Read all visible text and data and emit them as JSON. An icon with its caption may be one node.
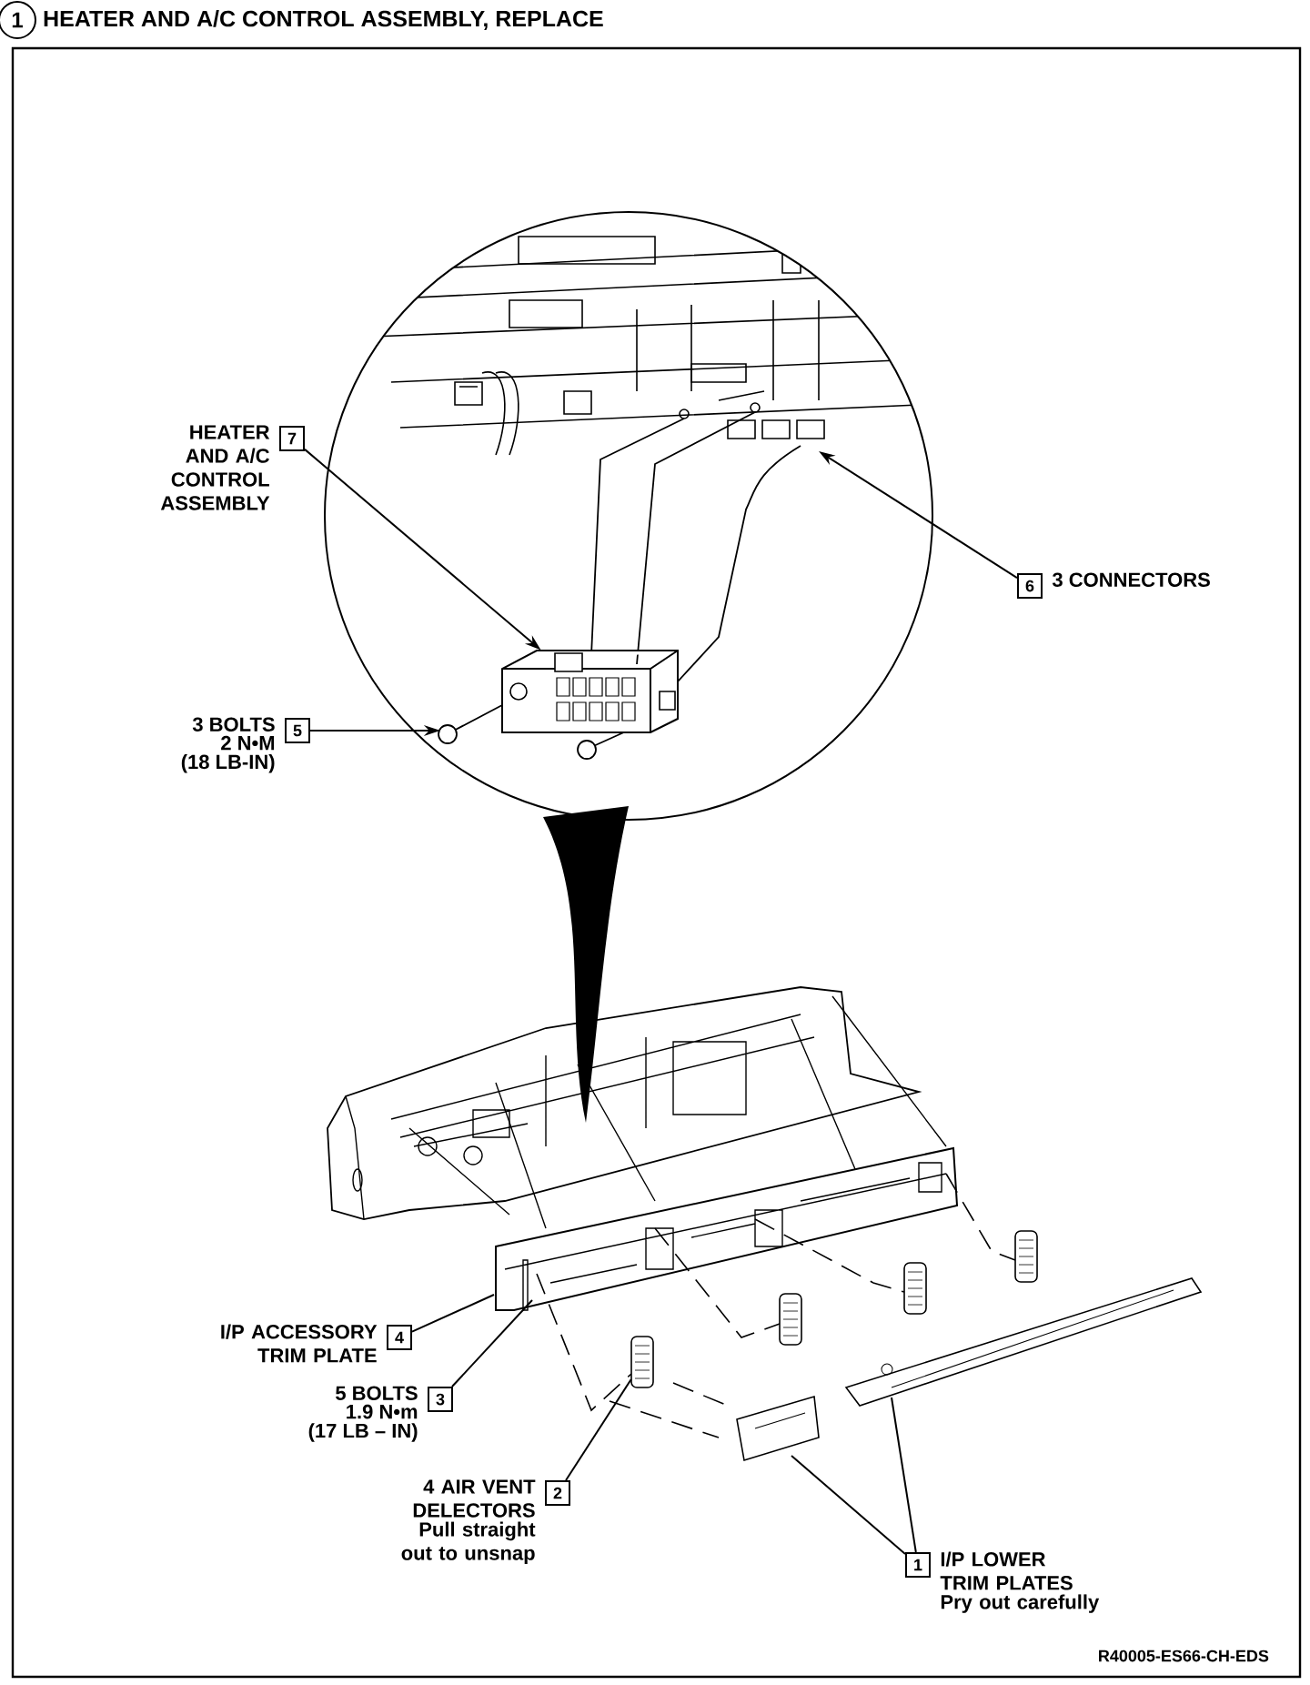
{
  "diagram": {
    "title": "HEATER AND A/C CONTROL ASSEMBLY, REPLACE",
    "nodes": [
      {
        "text": [
          "7"
        ],
        "beside": [
          "HEATER AND A/C CONTROL ASSEMBLY"
        ]
      },
      {
        "text": [
          "6"
        ],
        "beside": [
          "3 CONNECTORS"
        ]
      },
      {
        "text": [
          "5"
        ],
        "beside": [
          "3 BOLTS",
          "2 N•M",
          "(18 LB-IN)"
        ]
      },
      {
        "text": [
          "4"
        ],
        "beside": [
          "I/P ACCESSORY TRIM PLATE"
        ]
      },
      {
        "text": [
          "3"
        ],
        "beside": [
          "5 BOLTS",
          "1.9 N•m",
          "(17 LB – IN)"
        ]
      },
      {
        "text": [
          "2"
        ],
        "beside": [
          "4 AIR VENT DELECTORS",
          "Pull straight out to unsnap"
        ]
      },
      {
        "text": [
          "1"
        ],
        "beside": [
          "I/P LOWER TRIM PLATES",
          "Pry out carefully"
        ]
      },
      {
        "text": [],
        "shape": "picture"
      },
      {
        "text": [],
        "shape": "picture"
      },
      {
        "text": [],
        "shape": "picture"
      },
      {
        "text": [],
        "shape": "picture"
      },
      {
        "text": [],
        "shape": "picture"
      },
      {
        "text": [],
        "shape": "picture"
      }
    ],
    "edges": [
      {
        "from": 0,
        "to": 7,
        "arrow": "to"
      },
      {
        "from": 1,
        "to": null,
        "arrow": "to"
      },
      {
        "from": 2,
        "to": null,
        "arrow": "to"
      },
      {
        "from": 3,
        "to": null,
        "arrow": "none"
      },
      {
        "from": 4,
        "to": null,
        "arrow": "none"
      },
      {
        "from": 5,
        "to": 8,
        "arrow": "none"
      },
      {
        "from": 6,
        "to": null,
        "arrow": "none"
      },
      {
        "from": 6,
        "to": null,
        "arrow": "none"
      }
    ],
    "labels": [
      "1",
      "R40005-ES66-CH-EDS"
    ]
  }
}
